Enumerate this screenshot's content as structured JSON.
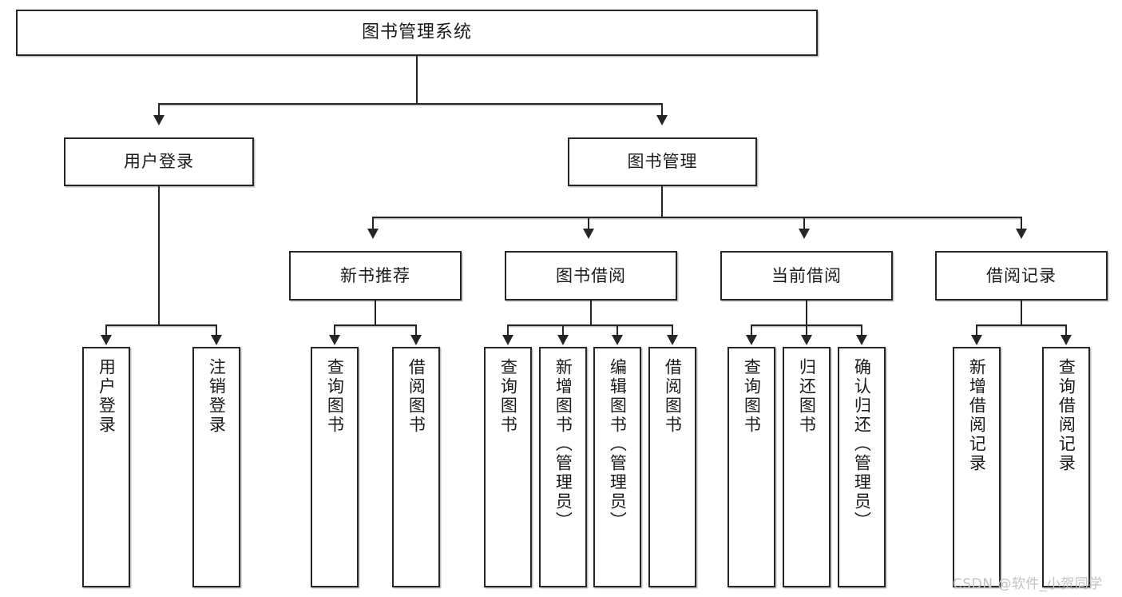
{
  "diagram": {
    "title": "图书管理系统",
    "root": {
      "label": "图书管理系统"
    },
    "level2": [
      {
        "label": "用户登录"
      },
      {
        "label": "图书管理"
      }
    ],
    "level3": [
      {
        "label": "新书推荐"
      },
      {
        "label": "图书借阅"
      },
      {
        "label": "当前借阅"
      },
      {
        "label": "借阅记录"
      }
    ],
    "leaves": [
      {
        "label": "用户登录"
      },
      {
        "label": "注销登录"
      },
      {
        "label": "查询图书"
      },
      {
        "label": "借阅图书"
      },
      {
        "label": "查询图书"
      },
      {
        "label": "新增图书（管理员）"
      },
      {
        "label": "编辑图书（管理员）"
      },
      {
        "label": "借阅图书"
      },
      {
        "label": "查询图书"
      },
      {
        "label": "归还图书"
      },
      {
        "label": "确认归还（管理员）"
      },
      {
        "label": "新增借阅记录"
      },
      {
        "label": "查询借阅记录"
      }
    ],
    "colors": {
      "box_border": "#262626",
      "box_fill": "#ffffff",
      "text": "#1a1a1a",
      "connector": "#262626",
      "shadow": "#bfbfbf",
      "watermark": "#c2c2c2",
      "background": "#ffffff"
    }
  },
  "watermark": {
    "text": "CSDN @软件_小贺同学"
  }
}
